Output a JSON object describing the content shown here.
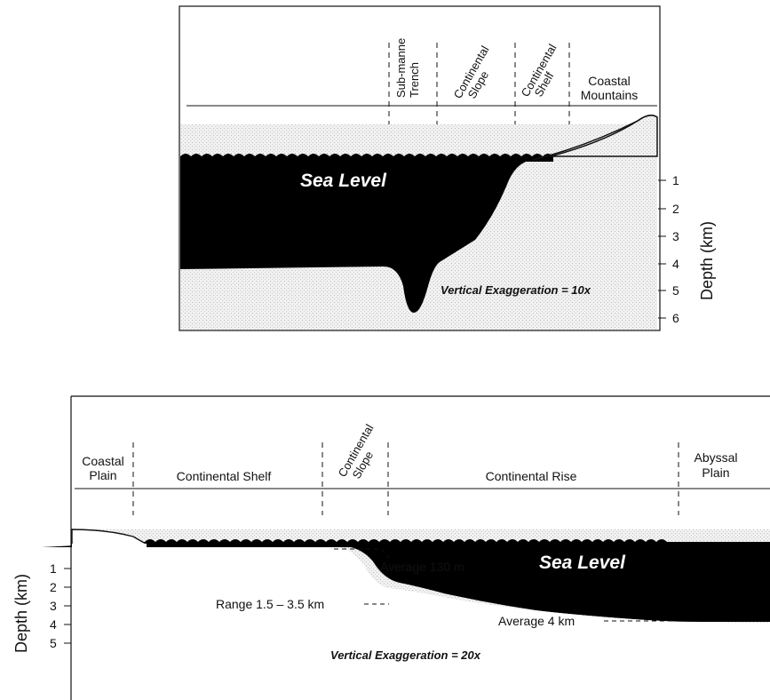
{
  "top_diagram": {
    "zones": [
      {
        "lines": [
          "Sub-manne",
          "Trench"
        ]
      },
      {
        "lines": [
          "Continental",
          "Slope"
        ]
      },
      {
        "lines": [
          "Continental",
          "Shelf"
        ]
      },
      {
        "lines": [
          "Coastal",
          "Mountains"
        ]
      }
    ],
    "sea_label": "Sea Level",
    "depth_ticks": [
      "1",
      "2",
      "3",
      "4",
      "5",
      "6"
    ],
    "axis_label": "Depth (km)",
    "exaggeration": "Vertical Exaggeration = 10x"
  },
  "bottom_diagram": {
    "zones": [
      {
        "lines": [
          "Coastal",
          "Plain"
        ]
      },
      {
        "lines": [
          "Continental Shelf"
        ]
      },
      {
        "lines": [
          "Continental",
          "Slope"
        ]
      },
      {
        "lines": [
          "Continental Rise"
        ]
      },
      {
        "lines": [
          "Abyssal",
          "Plain"
        ]
      }
    ],
    "sea_label": "Sea Level",
    "depth_ticks": [
      "1",
      "2",
      "3",
      "4",
      "5"
    ],
    "axis_label": "Depth (km)",
    "annotations": {
      "avg_shelf": "Average 130 m",
      "range": "Range 1.5 – 3.5 km",
      "avg_deep": "Average 4 km"
    },
    "exaggeration": "Vertical Exaggeration = 20x"
  },
  "colors": {
    "water": "#000000",
    "land": "#eeeeee",
    "ink": "#111111"
  }
}
